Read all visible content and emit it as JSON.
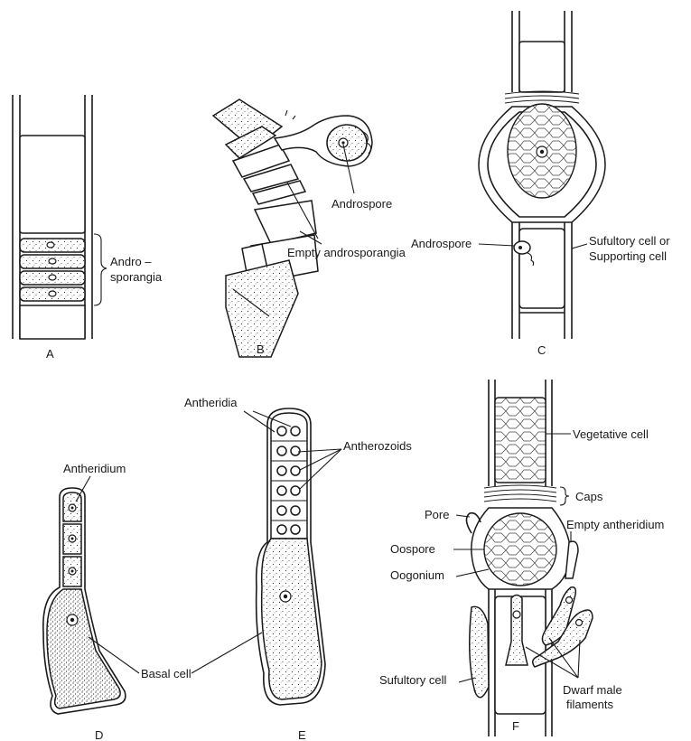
{
  "panels": {
    "a": {
      "letter": "A",
      "label_andro_1": "Andro –",
      "label_andro_2": "sporangia"
    },
    "b": {
      "letter": "B",
      "label_androspore": "Androspore",
      "label_empty": "Empty androsporangia"
    },
    "c": {
      "letter": "C",
      "label_androspore": "Androspore",
      "label_sufultory_1": "Sufultory cell or",
      "label_sufultory_2": "Supporting cell"
    },
    "d": {
      "letter": "D",
      "label_antheridium": "Antheridium",
      "label_basal": "Basal cell"
    },
    "e": {
      "letter": "E",
      "label_antheridia": "Antheridia",
      "label_antherozoids": "Antherozoids"
    },
    "f": {
      "letter": "F",
      "label_vegetative": "Vegetative cell",
      "label_caps": "Caps",
      "label_pore": "Pore",
      "label_empty_antheridium": "Empty antheridium",
      "label_oospore": "Oospore",
      "label_oogonium": "Oogonium",
      "label_sufultory": "Sufultory cell",
      "label_dwarf_1": "Dwarf male",
      "label_dwarf_2": "filaments"
    }
  }
}
